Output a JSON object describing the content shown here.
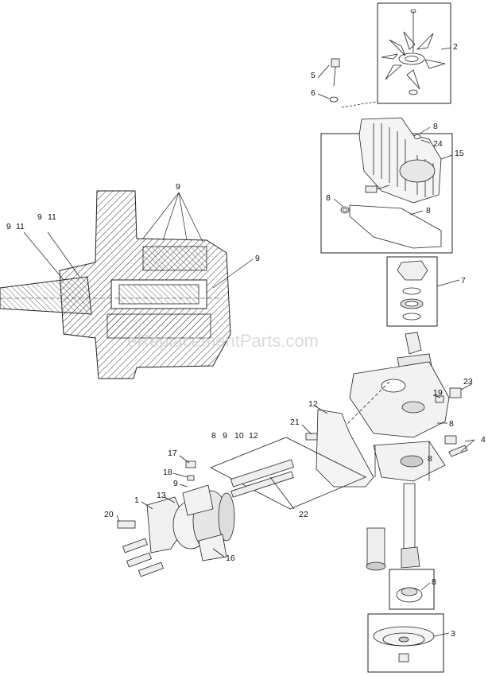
{
  "watermark": "eReplacementParts.com",
  "callouts": {
    "c2": "2",
    "c5": "5",
    "c6": "6",
    "c8a": "8",
    "c24": "24",
    "c15": "15",
    "c8b": "8",
    "c8c": "8",
    "c7": "7",
    "c9a": "9",
    "c11a": "11",
    "c9b": "9",
    "c11b": "11",
    "c9c": "9",
    "c9d": "9",
    "c23": "23",
    "c19": "19",
    "c8d": "8",
    "c4": "4",
    "c8e": "8",
    "c12": "12",
    "c21": "21",
    "c8f": "8",
    "c9e": "9",
    "c10": "10",
    "c12b": "12",
    "c17": "17",
    "c18": "18",
    "c9f": "9",
    "c20": "20",
    "c1": "1",
    "c13": "13",
    "c22": "22",
    "c16": "16",
    "c8g": "8",
    "c3": "3"
  }
}
